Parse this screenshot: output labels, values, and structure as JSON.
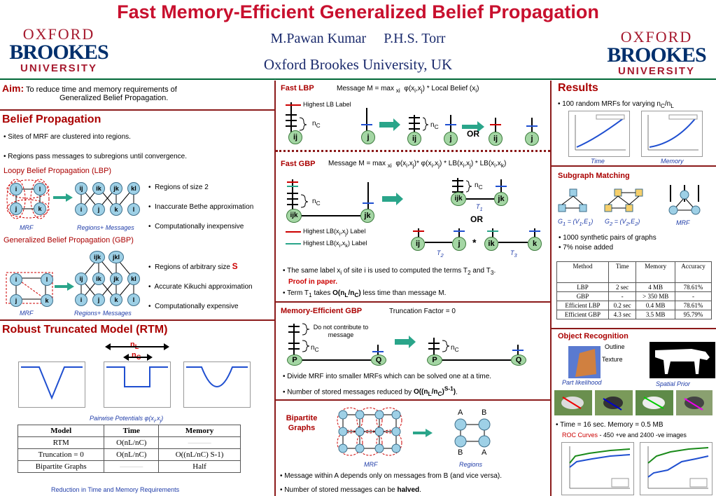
{
  "header": {
    "title": "Fast Memory-Efficient Generalized Belief Propagation",
    "authors": "M.Pawan Kumar     P.H.S. Torr",
    "affiliation": "Oxford Brookes University, UK",
    "logo": {
      "oxford": "OXFORD",
      "brookes": "BROOKES",
      "university": "UNIVERSITY"
    }
  },
  "aim": {
    "label": "Aim:",
    "text1": "To reduce time and memory requirements of",
    "text2": "Generalized Belief Propagation."
  },
  "bp": {
    "title": "Belief Propagation",
    "b1": "• Sites of MRF are clustered into regions.",
    "b2": "• Regions pass messages to subregions until convergence.",
    "lbp_title": "Loopy Belief Propagation (LBP)",
    "lbp_bullets": [
      "Regions of size 2",
      "Inaccurate Bethe approximation",
      "Computationally inexpensive"
    ],
    "gbp_title": "Generalized Belief Propagation (GBP)",
    "gbp_bullets": [
      "Regions of arbitrary size",
      "Accurate Kikuchi approximation",
      "Computationally expensive"
    ],
    "gbp_s": "S",
    "mrf_label": "MRF",
    "regions_label": "Regions+ Messages",
    "lbp_mrf_nodes": [
      "i",
      "l",
      "j",
      "k"
    ],
    "lbp_region_nodes": [
      "ij",
      "ik",
      "jk",
      "kl",
      "i",
      "j",
      "k",
      "l"
    ],
    "gbp_region_nodes": [
      "ijk",
      "jkl",
      "ij",
      "ik",
      "jk",
      "kl",
      "i",
      "j",
      "k",
      "l"
    ]
  },
  "rtm": {
    "title": "Robust Truncated Model (RTM)",
    "nl": "nL",
    "nc": "nC",
    "caption": "Pairwise Potentials φ(xi,xj)",
    "table_headers": [
      "Model",
      "Time",
      "Memory"
    ],
    "table_rows": [
      [
        "RTM",
        "O(nL/nC)",
        "———"
      ],
      [
        "Truncation = 0",
        "O(nL/nC)",
        "O((nL/nC) S-1)"
      ],
      [
        "Bipartite Graphs",
        "———",
        "Half"
      ]
    ],
    "table_caption": "Reduction in Time and Memory Requirements"
  },
  "fast_lbp": {
    "title": "Fast LBP",
    "message": "Message M = max xi φ(xi,xj) * Local Belief (xi)",
    "legend": "Highest LB Label",
    "nc": "nC",
    "or": "OR",
    "nodes": [
      "ij",
      "j",
      "ij",
      "j",
      "ij",
      "j"
    ]
  },
  "fast_gbp": {
    "title": "Fast GBP",
    "message": "Message M = max xi φ(xi,xj)* φ(xi,xj) * LB(xi,xj) * LB(xi,xk)",
    "legend1": "Highest LB(xi,xj) Label",
    "legend2": "Highest LB(xi,xk) Label",
    "nc": "nC",
    "or": "OR",
    "t1": "T1",
    "t2": "T2",
    "t3": "T3",
    "star": "*",
    "nodes": [
      "ijk",
      "jk",
      "ijk",
      "jk",
      "ij",
      "j",
      "ik",
      "k"
    ],
    "bullet1": "• The same label xi of site i is used to computed the terms T2 and T3.",
    "proof": "Proof in paper.",
    "bullet2": "• Term T1 takes O(nL/nC) less time than message M."
  },
  "memory_gbp": {
    "title": "Memory-Efficient GBP",
    "truncation": "Truncation Factor = 0",
    "no_contrib": "Do not contribute to message",
    "nc": "nC",
    "nodes": [
      "P",
      "Q",
      "P",
      "Q"
    ],
    "bullet1": "• Divide MRF into smaller MRFs which can be solved one at a time.",
    "bullet2": "• Number of stored messages reduced by O((nL/nC)S-1)."
  },
  "bipartite": {
    "title": "Bipartite Graphs",
    "mrf": "MRF",
    "regions": "Regions",
    "labels": [
      "A",
      "B",
      "B",
      "A"
    ],
    "bullet1": "• Message within A depends only on messages from B (and vice versa).",
    "bullet2": "• Number of stored messages can be halved."
  },
  "results": {
    "title": "Results",
    "b1": "• 100 random MRFs for varying nC/nL",
    "time_label": "Time",
    "memory_label": "Memory"
  },
  "subgraph": {
    "title": "Subgraph Matching",
    "g1": "G1 = (V1,E1)",
    "g2": "G2 = (V2,E2)",
    "mrf": "MRF",
    "b1": "• 1000 synthetic pairs of graphs",
    "b2": "• 7% noise added",
    "table_headers": [
      "Method",
      "Time",
      "Memory",
      "Accuracy"
    ],
    "table_rows": [
      [
        "LBP",
        "2 sec",
        "4 MB",
        "78.61%"
      ],
      [
        "GBP",
        "-",
        "> 350 MB",
        "-"
      ],
      [
        "Efficient LBP",
        "0.2 sec",
        "0.4 MB",
        "78.61%"
      ],
      [
        "Efficient GBP",
        "4.3 sec",
        "3.5 MB",
        "95.79%"
      ]
    ]
  },
  "object": {
    "title": "Object Recognition",
    "outline": "Outline",
    "texture": "Texture",
    "part_likelihood": "Part likelihood",
    "spatial_prior": "Spatial Prior",
    "b1": "• Time = 16 sec. Memory = 0.5 MB",
    "roc": "ROC Curves",
    "roc_rest": "- 450 +ve and 2400 -ve images"
  },
  "colors": {
    "title_red": "#c8102e",
    "section_red": "#aa0000",
    "rule_green": "#006837",
    "node_blue": "#9ed0e6",
    "node_green": "#a4d6a4",
    "plot_blue": "#1f4fd0"
  }
}
